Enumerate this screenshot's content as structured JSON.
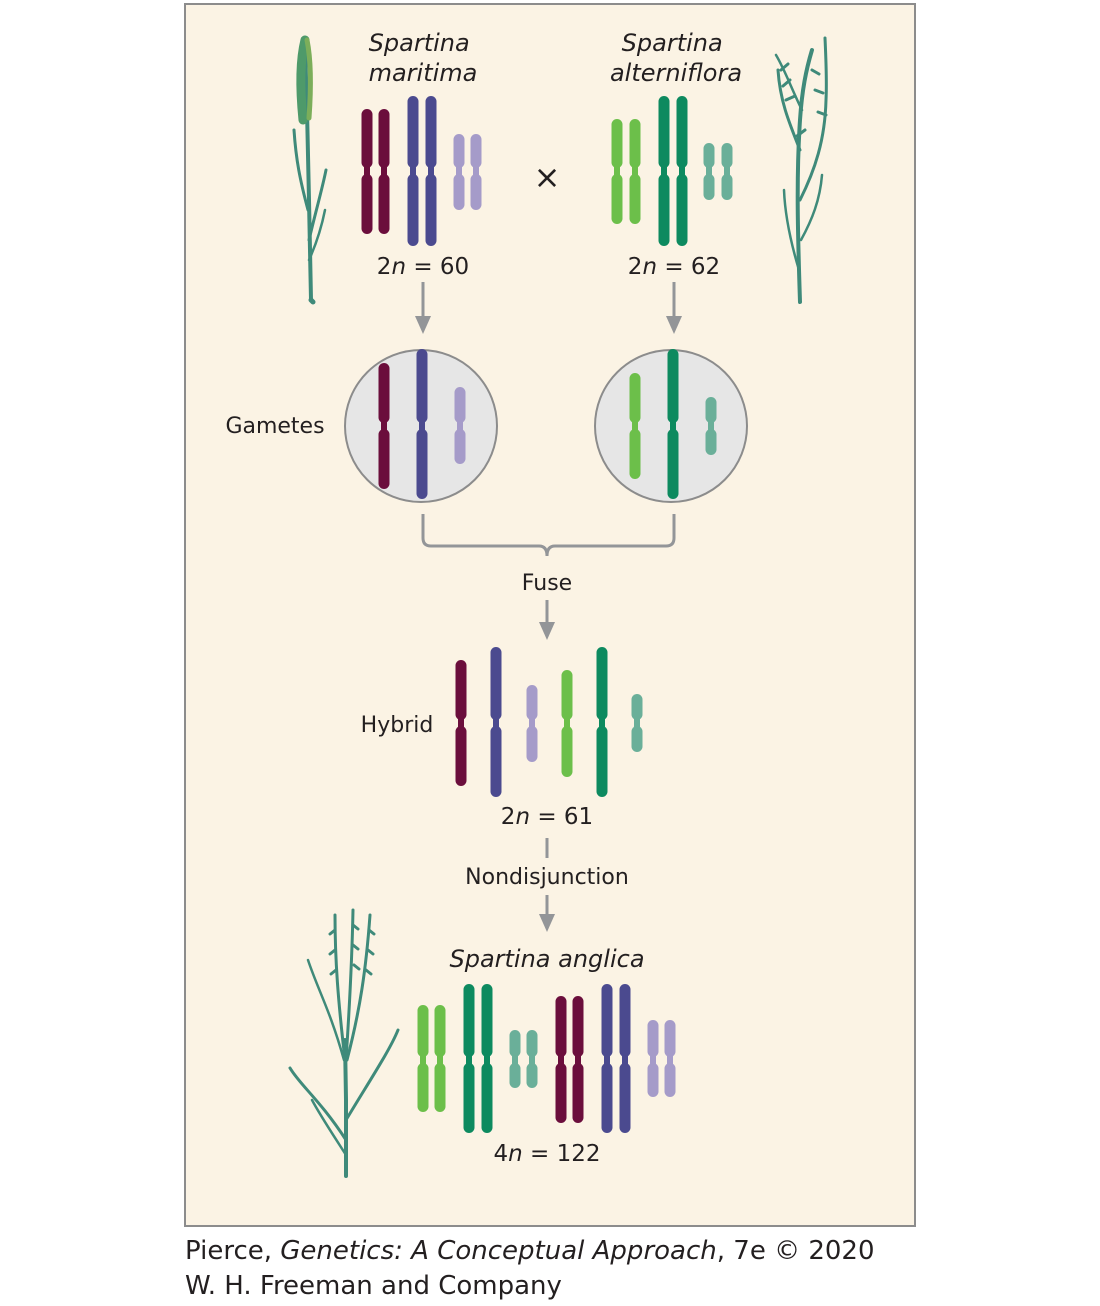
{
  "colors": {
    "panel_bg": "#fbf3e4",
    "panel_border": "#8c8c8c",
    "maritima_large": "#6b0e3c",
    "maritima_medium": "#4b4a8f",
    "maritima_small": "#a59bc9",
    "alterniflora_large": "#6cbf4a",
    "alterniflora_medium": "#0d8a5f",
    "alterniflora_small": "#6aaf99",
    "arrow": "#939598",
    "gamete_fill": "#e6e6e6",
    "plant": "#3f8a7a"
  },
  "parents": {
    "left_name_line1": "Spartina",
    "left_name_line2": "maritima",
    "right_name_line1": "Spartina",
    "right_name_line2": "alterniflora",
    "cross_symbol": "×",
    "left_count_prefix": "2",
    "left_count_var": "n",
    "left_count_value": " = 60",
    "right_count_prefix": "2",
    "right_count_var": "n",
    "right_count_value": " = 62"
  },
  "gametes": {
    "label": "Gametes"
  },
  "fuse": {
    "label": "Fuse"
  },
  "hybrid": {
    "label": "Hybrid",
    "count_prefix": "2",
    "count_var": "n",
    "count_value": " = 61"
  },
  "nondisjunction": {
    "label": "Nondisjunction"
  },
  "anglica": {
    "name": "Spartina anglica",
    "count_prefix": "4",
    "count_var": "n",
    "count_value": " = 122"
  },
  "credit": {
    "author": "Pierce, ",
    "book": "Genetics: A Conceptual Approach",
    "edition": ", 7e © 2020",
    "publisher": "W. H. Freeman and Company"
  }
}
